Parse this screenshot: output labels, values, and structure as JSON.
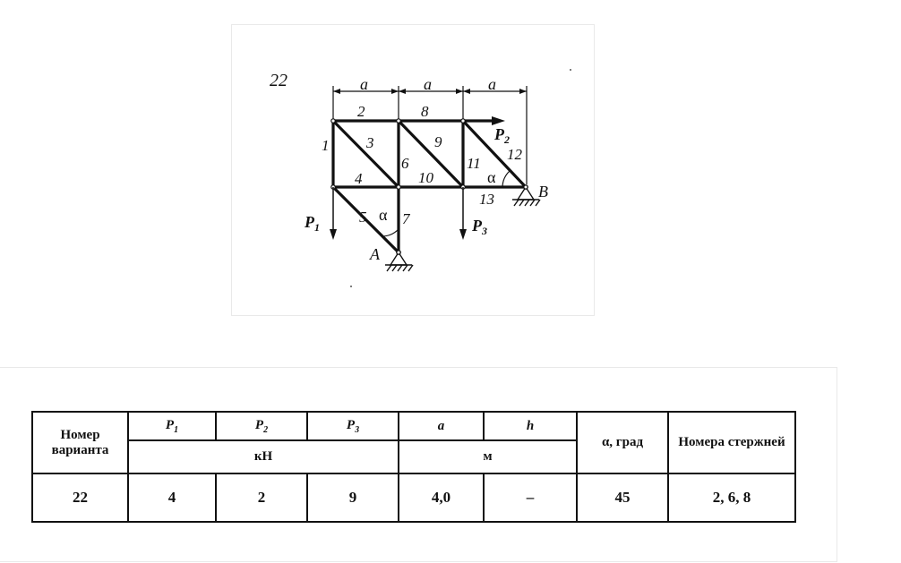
{
  "figure": {
    "variant_label": "22",
    "dim_labels": [
      "a",
      "a",
      "a"
    ],
    "member_labels": [
      "1",
      "2",
      "3",
      "4",
      "5",
      "6",
      "7",
      "8",
      "9",
      "10",
      "11",
      "12",
      "13"
    ],
    "force_labels": {
      "p1": "P",
      "p1_sub": "1",
      "p2": "P",
      "p2_sub": "2",
      "p3": "P",
      "p3_sub": "3"
    },
    "angle_label": "α",
    "support_labels": {
      "a": "A",
      "b": "B"
    }
  },
  "table": {
    "header": {
      "variant": "Номер варианта",
      "p1": "P",
      "p1_sub": "1",
      "p2": "P",
      "p2_sub": "2",
      "p3": "P",
      "p3_sub": "3",
      "a": "a",
      "h": "h",
      "alpha": "α, град",
      "members": "Номера стержней",
      "unit_force": "кН",
      "unit_length": "м"
    },
    "row": {
      "variant": "22",
      "p1": "4",
      "p2": "2",
      "p3": "9",
      "a": "4,0",
      "h": "–",
      "alpha": "45",
      "members": "2, 6, 8"
    }
  }
}
